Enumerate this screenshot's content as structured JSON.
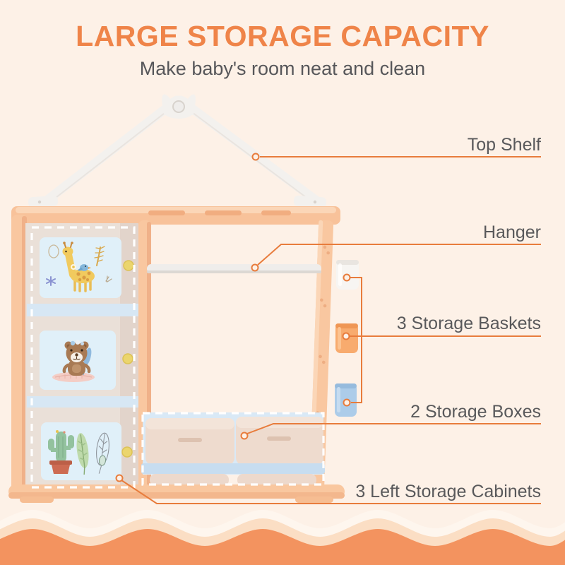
{
  "header": {
    "title": "LARGE STORAGE CAPACITY",
    "subtitle": "Make baby's room neat and clean"
  },
  "callouts": [
    {
      "label": "Top Shelf"
    },
    {
      "label": "Hanger"
    },
    {
      "label": "3 Storage Baskets"
    },
    {
      "label": "2 Storage Boxes"
    },
    {
      "label": "3 Left Storage Cabinets"
    }
  ],
  "colors": {
    "background": "#fdf1e7",
    "accent_title": "#ef8449",
    "leader_line": "#e87c3c",
    "label_text": "#59595b",
    "frame_peach": "#f9c7a0",
    "wave_orange": "#f3935f",
    "basket_white": "#f7f5f2",
    "basket_orange": "#f8ab6e",
    "basket_blue": "#accce9"
  }
}
